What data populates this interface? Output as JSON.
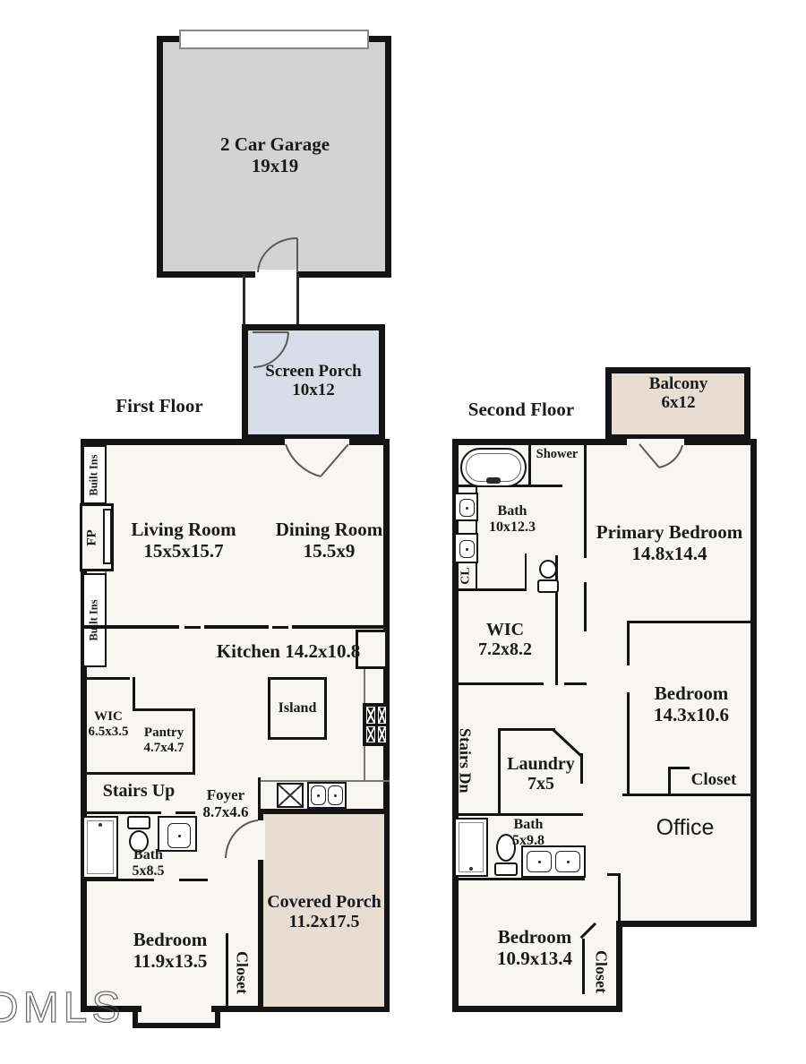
{
  "watermark": "DMLS",
  "floor_labels": {
    "first": "First Floor",
    "second": "Second Floor"
  },
  "garage": {
    "name": "2 Car Garage",
    "dims": "19x19"
  },
  "screen_porch": {
    "name": "Screen Porch",
    "dims": "10x12"
  },
  "first_floor": {
    "living_room": {
      "name": "Living Room",
      "dims": "15x5x15.7"
    },
    "dining_room": {
      "name": "Dining Room",
      "dims": "15.5x9"
    },
    "kitchen": {
      "name": "Kitchen",
      "dims": "14.2x10.8"
    },
    "island": "Island",
    "wic": {
      "name": "WIC",
      "dims": "6.5x3.5"
    },
    "pantry": {
      "name": "Pantry",
      "dims": "4.7x4.7"
    },
    "stairs": "Stairs Up",
    "foyer": {
      "name": "Foyer",
      "dims": "8.7x4.6"
    },
    "bath": {
      "name": "Bath",
      "dims": "5x8.5"
    },
    "bedroom": {
      "name": "Bedroom",
      "dims": "11.9x13.5"
    },
    "closet": "Closet",
    "covered_porch": {
      "name": "Covered Porch",
      "dims": "11.2x17.5"
    },
    "built_ins_upper": "Built Ins",
    "built_ins_lower": "Built Ins",
    "fireplace": "FP"
  },
  "second_floor": {
    "balcony": {
      "name": "Balcony",
      "dims": "6x12"
    },
    "primary_bath": {
      "name": "Bath",
      "dims": "10x12.3"
    },
    "shower": "Shower",
    "closet_cl": "CL",
    "primary_bedroom": {
      "name": "Primary Bedroom",
      "dims": "14.8x14.4"
    },
    "wic": {
      "name": "WIC",
      "dims": "7.2x8.2"
    },
    "stairs": "Stairs Dn",
    "laundry": {
      "name": "Laundry",
      "dims": "7x5"
    },
    "bedroom_middle": {
      "name": "Bedroom",
      "dims": "14.3x10.6"
    },
    "closet_middle": "Closet",
    "office": "Office",
    "hall_bath": {
      "name": "Bath",
      "dims": "5x9.8"
    },
    "bedroom_lower": {
      "name": "Bedroom",
      "dims": "10.9x13.4"
    },
    "closet_lower": "Closet"
  },
  "colors": {
    "wall": "#141414",
    "room_fill": "#f7f6f2",
    "garage_fill": "#d3d3d3",
    "screen_porch_fill": "#d9dde7",
    "porch_fill": "#e8ddd1",
    "background": "#ffffff",
    "door_stroke": "#5a5a5a"
  }
}
